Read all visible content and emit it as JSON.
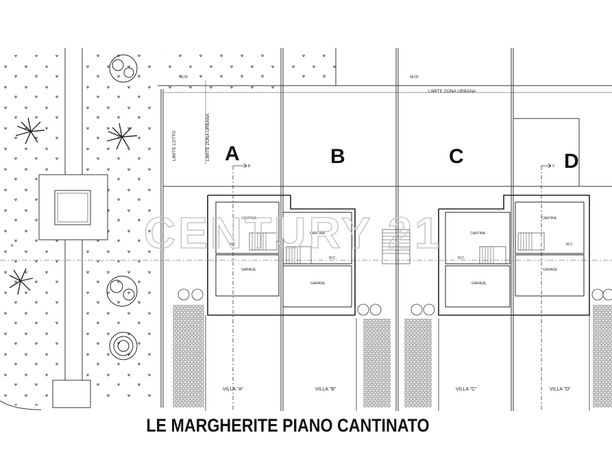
{
  "plan": {
    "villa_letters": [
      "A",
      "B",
      "C",
      "D"
    ],
    "villa_names": [
      "VILLA \"A\"",
      "VILLA \"B\"",
      "VILLA \"C\"",
      "VILLA \"D\""
    ],
    "cantina_label": "CANTINA",
    "garage_label": "GARAGE",
    "wc_label": "W.C.",
    "limite_zona_urbana": "LIMITE ZONA URBANA",
    "limite_lotto": "LIMITE LOTTO",
    "dim_total": "58,00",
    "dim_setback": "6,00",
    "section_b": "B",
    "section_c": "C",
    "section_a": "A",
    "watermark": "CENTURY 21"
  },
  "caption": "LE MARGHERITE PIANO CANTINATO"
}
